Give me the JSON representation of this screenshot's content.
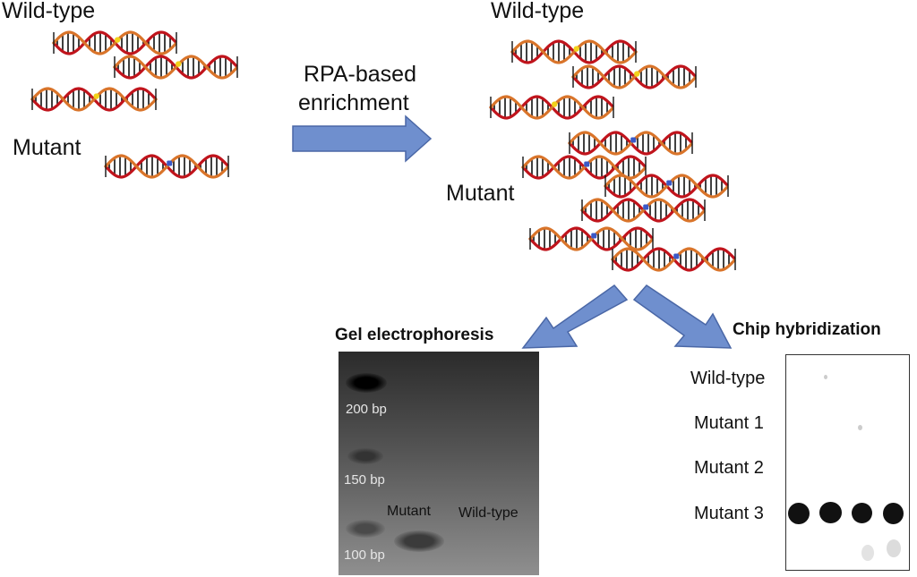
{
  "left_panel": {
    "wildtype_label": "Wild-type",
    "mutant_label": "Mutant"
  },
  "arrow": {
    "line1": "RPA-based",
    "line2": "enrichment"
  },
  "right_panel": {
    "wildtype_label": "Wild-type",
    "mutant_label": "Mutant"
  },
  "gel": {
    "title": "Gel electrophoresis",
    "ladder": [
      "200 bp",
      "150 bp",
      "100 bp"
    ],
    "lanes": [
      "Mutant",
      "Wild-type"
    ]
  },
  "chip": {
    "title": "Chip hybridization",
    "rows": [
      "Wild-type",
      "Mutant 1",
      "Mutant 2",
      "Mutant 3"
    ]
  },
  "colors": {
    "strand_a": "#c0141c",
    "strand_b": "#d9742a",
    "rung": "#111111",
    "wildtype_marker": "#f2d21a",
    "mutant_marker": "#3a59c7",
    "arrow": "#6f8fce"
  }
}
